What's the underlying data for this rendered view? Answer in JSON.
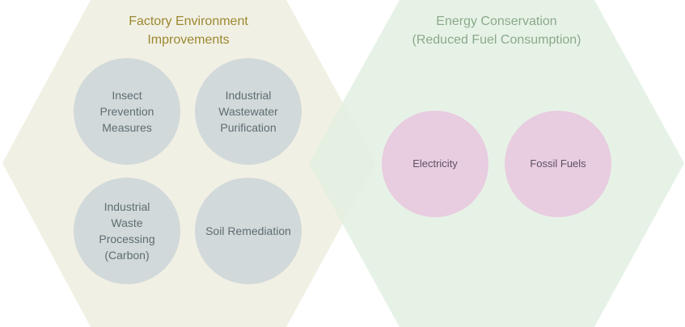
{
  "diagram": {
    "groups": [
      {
        "title": "Factory Environment\nImprovements",
        "title_color": "#9c8832",
        "fill": "#eeeddf",
        "items": [
          {
            "label": "Insect\nPrevention\nMeasures",
            "color": "#d1d9da"
          },
          {
            "label": "Industrial\nWastewater\nPurification",
            "color": "#d1d9da"
          },
          {
            "label": "Industrial\nWaste\nProcessing\n(Carbon)",
            "color": "#d1d9da"
          },
          {
            "label": "Soil Remediation",
            "color": "#d1d9da"
          }
        ]
      },
      {
        "title": "Energy Conservation\n(Reduced Fuel Consumption)",
        "title_color": "#8aaa8a",
        "fill": "#e3f0e3",
        "items": [
          {
            "label": "Electricity",
            "color": "#e8cce0"
          },
          {
            "label": "Fossil Fuels",
            "color": "#e8cce0"
          }
        ]
      }
    ]
  }
}
